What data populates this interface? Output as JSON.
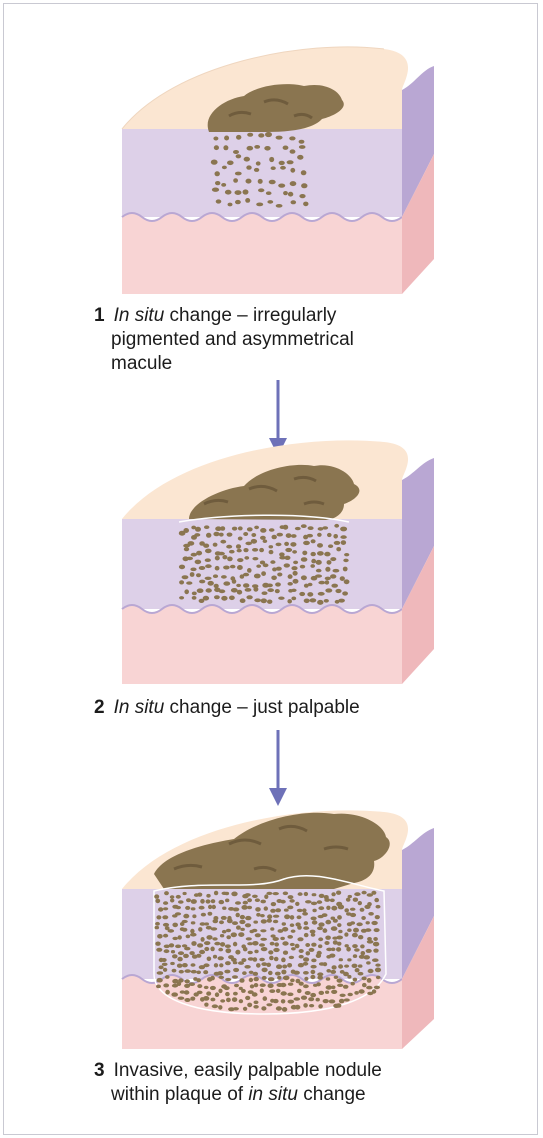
{
  "stages": [
    {
      "number": "1",
      "caption_italic": "In situ",
      "caption_rest": " change – irregularly",
      "caption_line2": "pigmented and asymmetrical",
      "caption_line3": "macule"
    },
    {
      "number": "2",
      "caption_italic": "In situ",
      "caption_rest": " change – just palpable"
    },
    {
      "number": "3",
      "caption_line1": "Invasive, easily palpable nodule",
      "caption_line2_pre": "within plaque of ",
      "caption_line2_italic": "in situ",
      "caption_line2_post": " change"
    }
  ],
  "colors": {
    "skin_top": "#fbe6d2",
    "epidermis": "#ddd0e8",
    "epidermis_side": "#b9a7d3",
    "dermis": "#f8d4d4",
    "dermis_side": "#efb8bb",
    "pigment": "#8a7550",
    "pigment_dark": "#6f5c3d",
    "arrow": "#6e71b8",
    "frame": "#c9c9d2"
  },
  "icons": [
    "down-arrow-icon"
  ]
}
